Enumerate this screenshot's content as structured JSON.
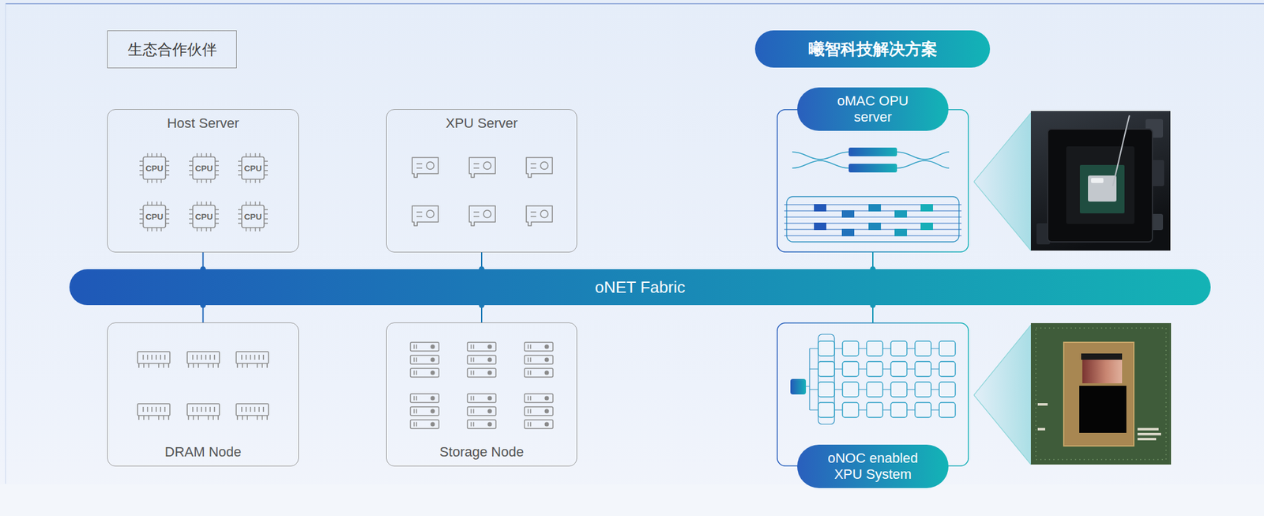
{
  "diagram": {
    "nodes": [
      {
        "text": [
          "生态合作伙伴"
        ]
      },
      {
        "text": [
          "曦智科技解决方案"
        ]
      },
      {
        "text": [
          "Host Server"
        ]
      },
      {
        "text": [
          "CPU"
        ],
        "in": 2
      },
      {
        "text": [
          "CPU"
        ],
        "in": 2
      },
      {
        "text": [
          "CPU"
        ],
        "in": 2
      },
      {
        "text": [
          "CPU"
        ],
        "in": 2
      },
      {
        "text": [
          "CPU"
        ],
        "in": 2
      },
      {
        "text": [
          "CPU"
        ],
        "in": 2
      },
      {
        "text": [
          "XPU Server"
        ]
      },
      {
        "text": [
          "oMAC OPU server"
        ]
      },
      {
        "text": [
          "oNET Fabric"
        ]
      },
      {
        "text": [
          "DRAM Node"
        ]
      },
      {
        "text": [
          "Storage Node"
        ]
      },
      {
        "text": [
          "oNOC enabled XPU System"
        ]
      }
    ],
    "edges": [
      {
        "from": 2,
        "to": 11,
        "arrow": "none"
      },
      {
        "from": 9,
        "to": 11,
        "arrow": "none"
      },
      {
        "from": 10,
        "to": 11,
        "arrow": "none"
      },
      {
        "from": 11,
        "to": 12,
        "arrow": "none"
      },
      {
        "from": 11,
        "to": 13,
        "arrow": "none"
      },
      {
        "from": 11,
        "to": 14,
        "arrow": "none"
      }
    ]
  }
}
